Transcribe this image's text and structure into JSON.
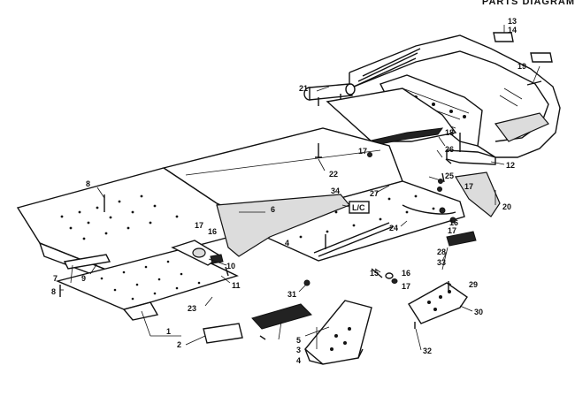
{
  "header": {
    "title_fragment": "PARTS DIAGRAM"
  },
  "callouts": {
    "c1": "1",
    "c2": "2",
    "c3": "3",
    "c4a": "4",
    "c4b": "4",
    "c5": "5",
    "c6": "6",
    "c7": "7",
    "c8a": "8",
    "c8b": "8",
    "c9": "9",
    "c10": "10",
    "c11": "11",
    "c12": "12",
    "c13": "13",
    "c14": "14",
    "c15": "15",
    "c16a": "16",
    "c16b": "16",
    "c16c": "16",
    "c17a": "17",
    "c17b": "17",
    "c17c": "17",
    "c17d": "17",
    "c17e": "17",
    "c18": "18",
    "c19": "19",
    "c20": "20",
    "c21": "21",
    "c22": "22",
    "c23": "23",
    "c24": "24",
    "c25": "25",
    "c26": "26",
    "c27": "27",
    "c28": "28",
    "c29": "29",
    "c30": "30",
    "c31": "31",
    "c32": "32",
    "c33": "33",
    "c34": "34"
  },
  "decal": {
    "text": "L/C"
  }
}
